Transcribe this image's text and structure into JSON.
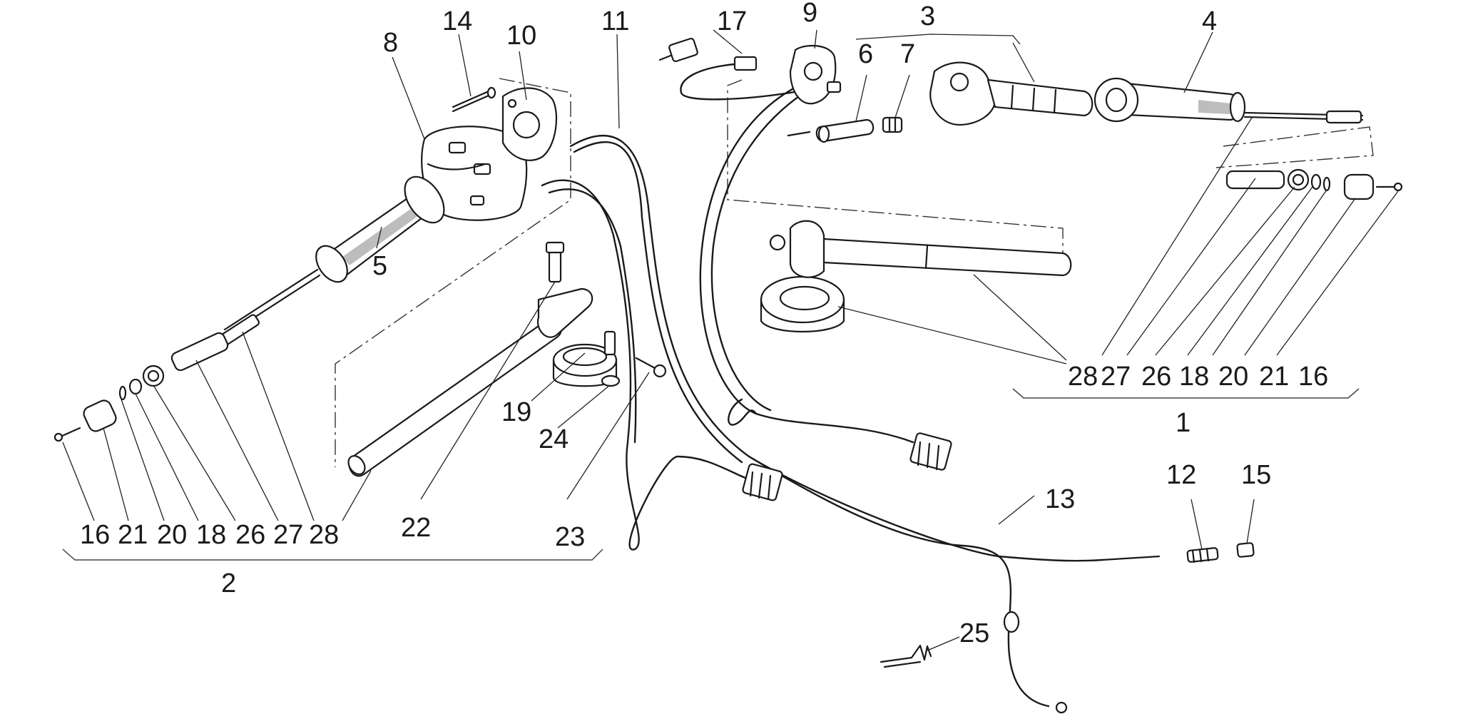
{
  "callouts": {
    "c1": "1",
    "c2": "2",
    "c3": "3",
    "c4": "4",
    "c5": "5",
    "c6": "6",
    "c7": "7",
    "c8": "8",
    "c9": "9",
    "c10": "10",
    "c11": "11",
    "c12": "12",
    "c13": "13",
    "c14": "14",
    "c15": "15",
    "c17": "17",
    "c19": "19",
    "c22": "22",
    "c23": "23",
    "c24": "24",
    "c25": "25",
    "right_row": [
      "28",
      "27",
      "26",
      "18",
      "20",
      "21",
      "16"
    ],
    "left_row": [
      "16",
      "21",
      "20",
      "18",
      "26",
      "27",
      "28"
    ]
  }
}
